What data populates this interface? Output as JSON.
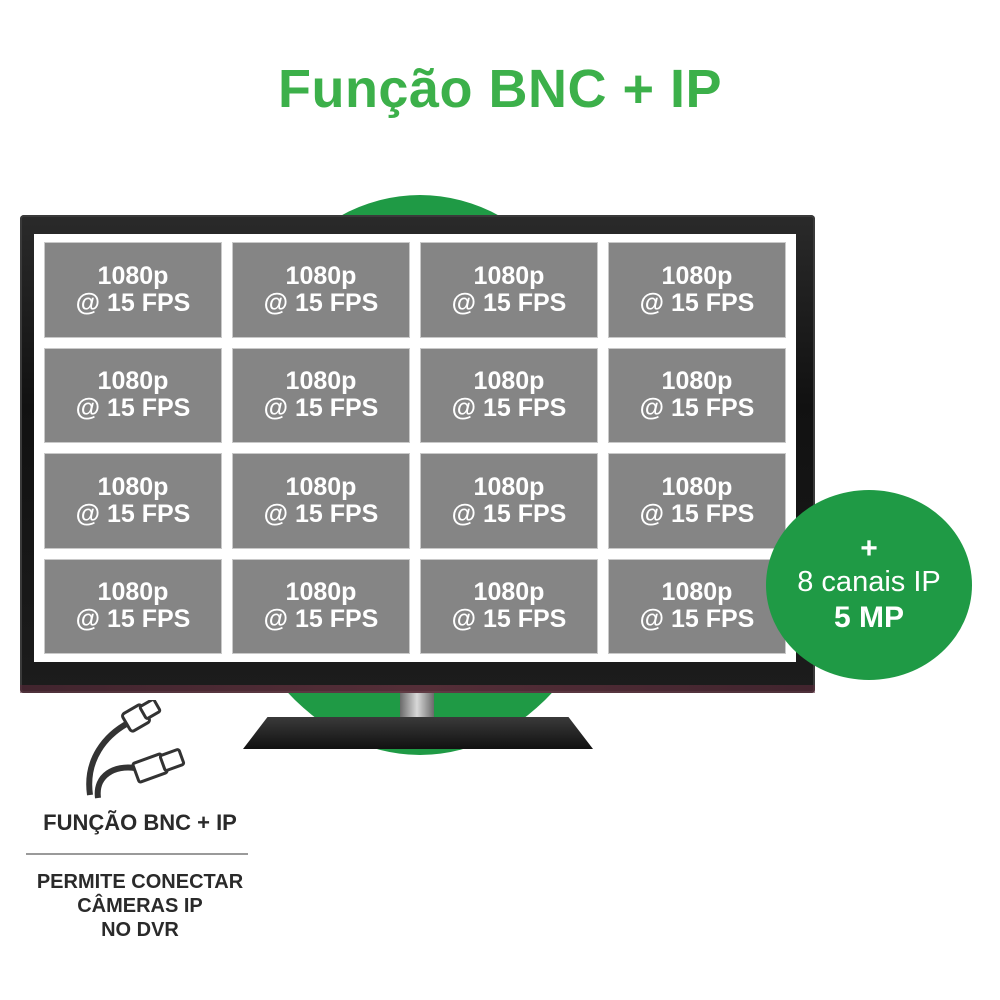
{
  "title": "Função BNC + IP",
  "tiles": [
    {
      "line1": "1080p",
      "line2": "@ 15 FPS"
    },
    {
      "line1": "1080p",
      "line2": "@ 15 FPS"
    },
    {
      "line1": "1080p",
      "line2": "@ 15 FPS"
    },
    {
      "line1": "1080p",
      "line2": "@ 15 FPS"
    },
    {
      "line1": "1080p",
      "line2": "@ 15 FPS"
    },
    {
      "line1": "1080p",
      "line2": "@ 15 FPS"
    },
    {
      "line1": "1080p",
      "line2": "@ 15 FPS"
    },
    {
      "line1": "1080p",
      "line2": "@ 15 FPS"
    },
    {
      "line1": "1080p",
      "line2": "@ 15 FPS"
    },
    {
      "line1": "1080p",
      "line2": "@ 15 FPS"
    },
    {
      "line1": "1080p",
      "line2": "@ 15 FPS"
    },
    {
      "line1": "1080p",
      "line2": "@ 15 FPS"
    },
    {
      "line1": "1080p",
      "line2": "@ 15 FPS"
    },
    {
      "line1": "1080p",
      "line2": "@ 15 FPS"
    },
    {
      "line1": "1080p",
      "line2": "@ 15 FPS"
    },
    {
      "line1": "1080p",
      "line2": "@ 15 FPS"
    }
  ],
  "badge": {
    "plus": "+",
    "channels": "8 canais IP",
    "mp": "5 MP"
  },
  "info": {
    "icon": "bnc-ip-cable-icon",
    "title": "FUNÇÃO BNC + IP",
    "lines": [
      "PERMITE CONECTAR",
      "CÂMERAS IP",
      "NO DVR"
    ]
  },
  "colors": {
    "accent_green": "#3cb04a",
    "circle_green": "#1f9a45",
    "tile_gray": "#858585"
  }
}
